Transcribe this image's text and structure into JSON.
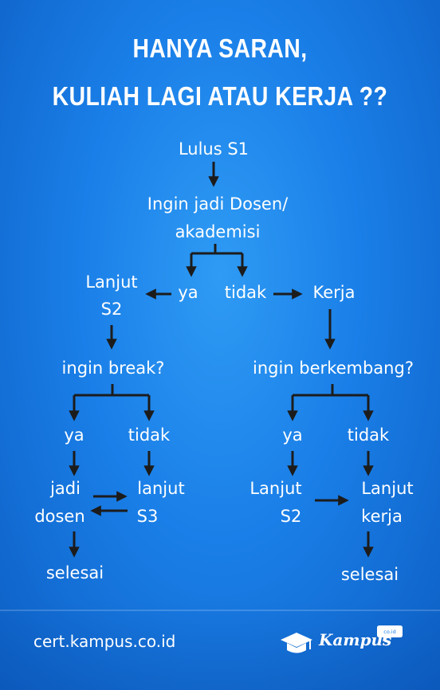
{
  "title": {
    "line1": "HANYA SARAN,",
    "line2": "KULIAH LAGI ATAU KERJA ??"
  },
  "nodes": {
    "lulus": "Lulus S1",
    "dosen_q_1": "Ingin jadi Dosen/",
    "dosen_q_2": "akademisi",
    "ya": "ya",
    "tidak": "tidak",
    "lanjut_s2_1": "Lanjut",
    "lanjut_s2_2": "S2",
    "kerja": "Kerja",
    "break_q": "ingin break?",
    "berkembang_q": "ingin berkembang?",
    "left_ya": "ya",
    "left_tidak": "tidak",
    "right_ya": "ya",
    "right_tidak": "tidak",
    "jadi_1": "jadi",
    "jadi_2": "dosen",
    "lanjut_s3_1": "lanjut",
    "lanjut_s3_2": "S3",
    "r_lanjut_s2_1": "Lanjut",
    "r_lanjut_s2_2": "S2",
    "lanjut_kerja_1": "Lanjut",
    "lanjut_kerja_2": "kerja",
    "selesai_left": "selesai",
    "selesai_right": "selesai"
  },
  "footer": {
    "url": "cert.kampus.co.id",
    "brand": "Kampus",
    "brand_badge": "co.id"
  },
  "colors": {
    "background": "#1a7fe8",
    "text": "#ffffff",
    "arrow": "#1c1c1c"
  },
  "icons": [
    "graduation-cap-icon",
    "speech-bubble-icon"
  ]
}
